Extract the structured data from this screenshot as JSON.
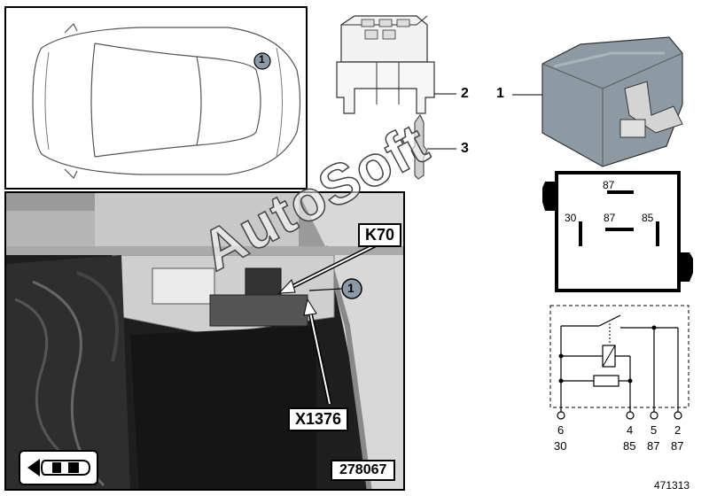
{
  "locator": {
    "callout": "1"
  },
  "parts": [
    {
      "num": "1"
    },
    {
      "num": "2"
    },
    {
      "num": "3"
    }
  ],
  "photo": {
    "relay_label": "K70",
    "connector_label": "X1376",
    "position_callout": "1",
    "photo_number": "278067"
  },
  "watermark": "AutoSoft",
  "relay_symbol_pins": {
    "top": "87",
    "left": "30",
    "center": "87",
    "right": "85"
  },
  "schematic": {
    "terminals": [
      "6",
      "4",
      "5",
      "2"
    ],
    "functions": [
      "30",
      "85",
      "87",
      "87"
    ]
  },
  "diagram_number": "471313"
}
